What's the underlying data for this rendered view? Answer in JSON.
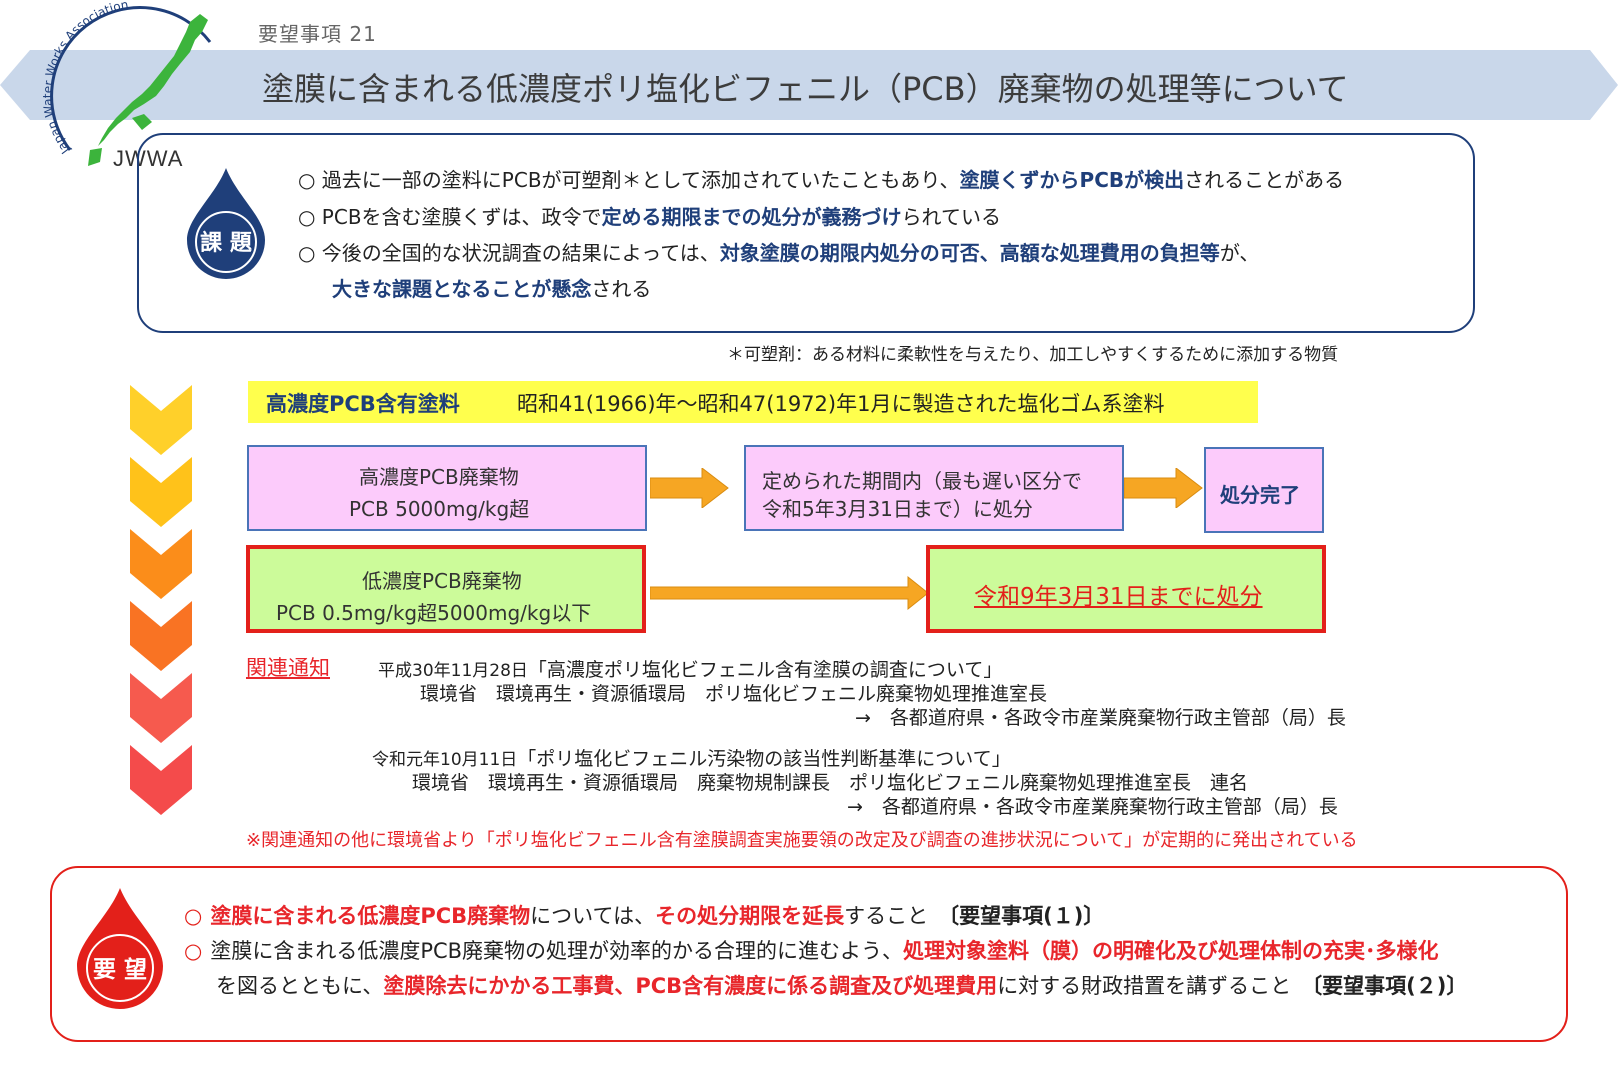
{
  "header": {
    "request_number": "要望事項 21",
    "title": "塗膜に含まれる低濃度ポリ塩化ビフェニル（PCB）廃棄物の処理等について",
    "logo": {
      "arc_text": "Japan Water Works Association",
      "abbreviation": "JWWA"
    }
  },
  "issue": {
    "badge": "課 題",
    "lines": [
      {
        "bullet": "○",
        "p1": " 過去に一部の塗料にPCBが可塑剤＊として添加されていたこともあり、",
        "h1": "塗膜くずからPCBが検出",
        "p2": "されることがある"
      },
      {
        "bullet": "○",
        "p1": " PCBを含む塗膜くずは、政令で",
        "h1": "定める期限までの処分が義務づけ",
        "p2": "られている"
      },
      {
        "bullet": "○",
        "p1": " 今後の全国的な状況調査の結果によっては、",
        "h1": "対象塗膜の期限内処分の可否、高額な処理費用の負担等",
        "p2": "が、"
      },
      {
        "bullet": "",
        "p1": "",
        "h1": "大きな課題となることが懸念",
        "p2": "される"
      }
    ],
    "footnote": "＊可塑剤：ある材料に柔軟性を与えたり、加工しやすくするために添加する物質"
  },
  "flow": {
    "high_paint_label": "高濃度PCB含有塗料",
    "high_paint_text": "昭和41(1966)年～昭和47(1972)年1月に製造された塩化ゴム系塗料",
    "high_waste": {
      "line1": "高濃度PCB廃棄物",
      "line2": "PCB 5000mg/kg超"
    },
    "high_deadline": {
      "line1": "定められた期間内（最も遅い区分で",
      "line2": "令和5年3月31日まで）に処分"
    },
    "done": "処分完了",
    "low_waste": {
      "line1": "低濃度PCB廃棄物",
      "line2": "PCB 0.5mg/kg超5000mg/kg以下"
    },
    "low_deadline": "令和9年3月31日までに処分"
  },
  "notices": {
    "label": "関連通知",
    "n1_date": "平成30年11月28日",
    "n1_title": "「高濃度ポリ塩化ビフェニル含有塗膜の調査について」",
    "n1_from": "環境省　環境再生・資源循環局　ポリ塩化ビフェニル廃棄物処理推進室長",
    "n1_to": "→　各都道府県・各政令市産業廃棄物行政主管部（局）長",
    "n2_date": "令和元年10月11日",
    "n2_title": "「ポリ塩化ビフェニル汚染物の該当性判断基準について」",
    "n2_from": "環境省　環境再生・資源循環局　廃棄物規制課長　ポリ塩化ビフェニル廃棄物処理推進室長　連名",
    "n2_to": "→　各都道府県・各政令市産業廃棄物行政主管部（局）長",
    "extra": "※関連通知の他に環境省より「ポリ塩化ビフェニル含有塗膜調査実施要領の改定及び調査の進捗状況について」が定期的に発出されている"
  },
  "request": {
    "badge": "要 望",
    "line1": {
      "bullet": "○",
      "h1": "塗膜に含まれる低濃度PCB廃棄物",
      "p1": "については、",
      "h2": "その処分期限を延長",
      "p2": "すること",
      "tag": "〔要望事項(１)〕"
    },
    "line2": {
      "bullet": "○",
      "p1": "塗膜に含まれる低濃度PCB廃棄物の処理が効率的かる合理的に進むよう、",
      "h1": "処理対象塗料（膜）の明確化及び処理体制の充実･多様化"
    },
    "line3": {
      "p1": "を図るとともに、",
      "h1": "塗膜除去にかかる工事費、PCB含有濃度に係る調査及び処理費用",
      "p2": "に対する財政措置を講ずること",
      "tag": "〔要望事項(２)〕"
    }
  },
  "colors": {
    "navy": "#1f3f7a",
    "red": "#e8262b",
    "banner": "#c9d7ea",
    "pink_box": "#fccbfb",
    "green_box": "#ccfb9a",
    "yellow_band": "#ffff4d",
    "arrow_orange": "#f6a623"
  }
}
